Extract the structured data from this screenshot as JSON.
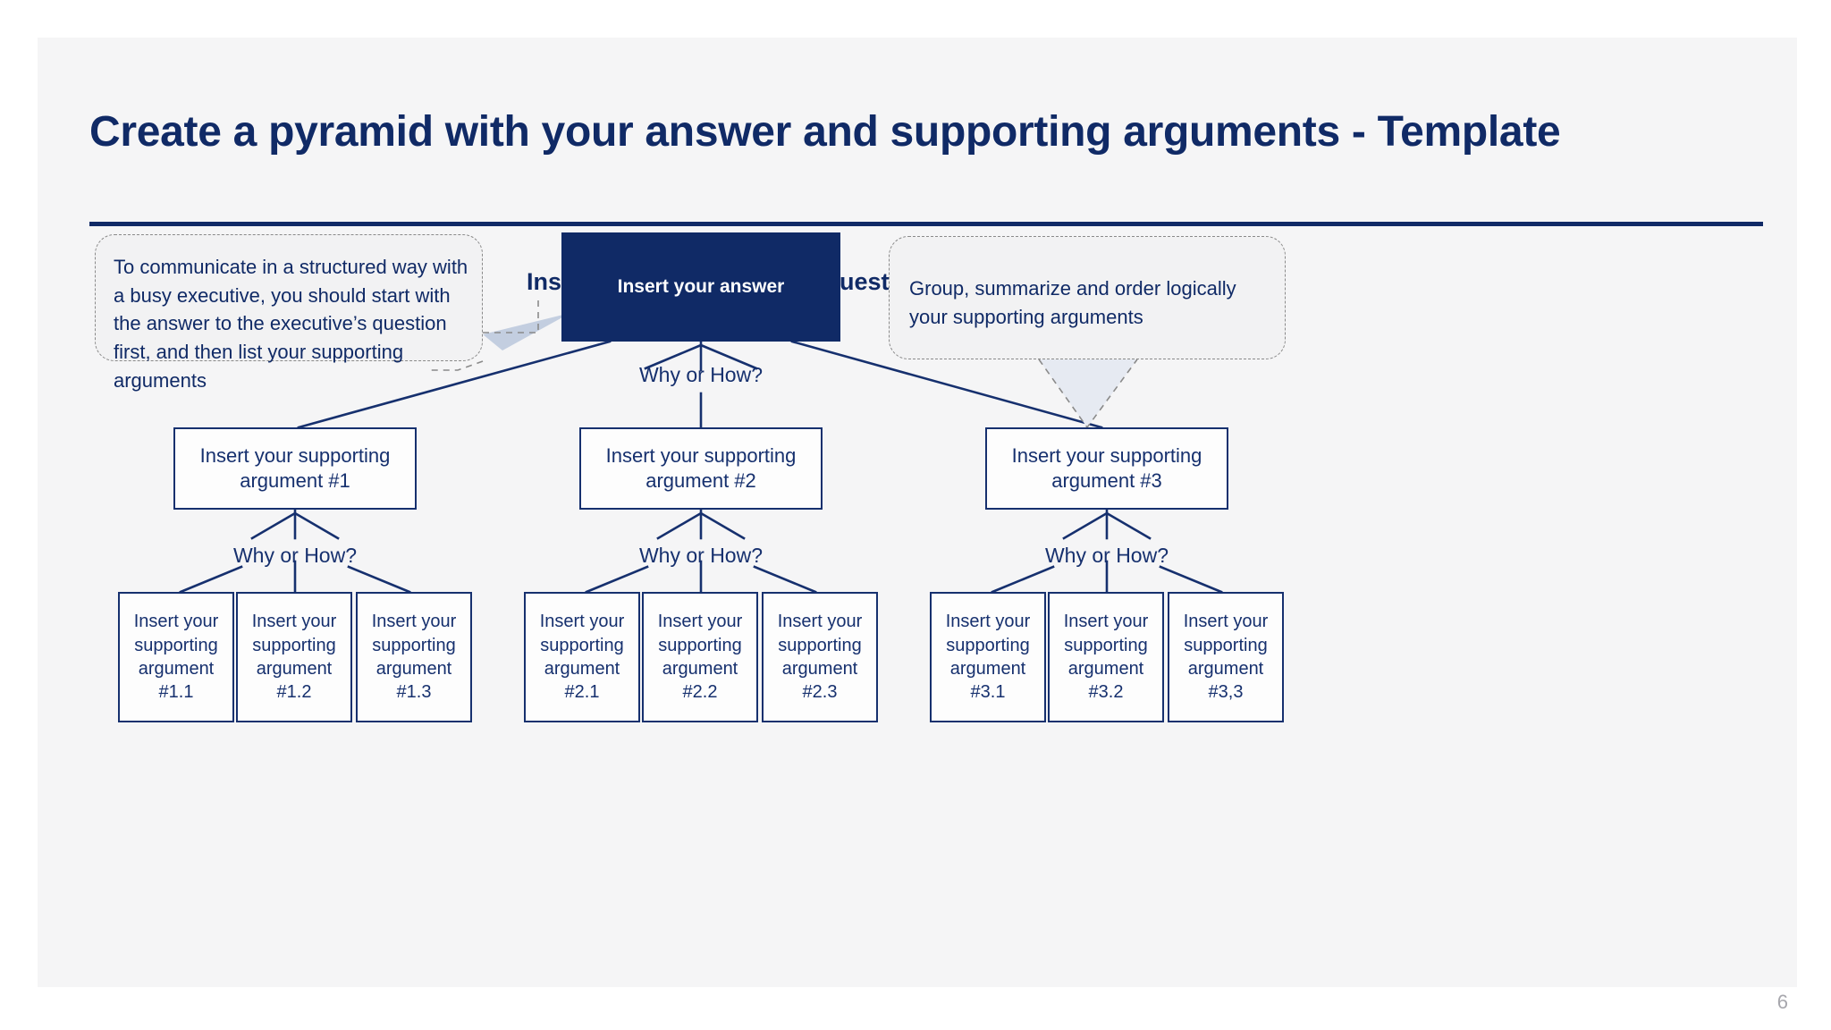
{
  "slide": {
    "title": "Create a pyramid with your answer and supporting arguments - Template",
    "page_number": "6",
    "colors": {
      "brand_navy": "#102a66",
      "box_border": "#16306e",
      "slide_background": "#f5f5f6",
      "page_background": "#ffffff",
      "callout_border": "#8a8a8a",
      "callout_fill": "#f2f2f3",
      "page_number_gray": "#a7a7ad"
    }
  },
  "pyramid": {
    "intro_question": "Insert your introduction’s question",
    "answer": "Insert your answer",
    "why_or_how_top": "Why or How?",
    "level2": [
      {
        "label": "Insert your supporting argument #1",
        "why_or_how": "Why or How?"
      },
      {
        "label": "Insert your supporting argument #2",
        "why_or_how": "Why or How?"
      },
      {
        "label": "Insert your supporting argument #3",
        "why_or_how": "Why or How?"
      }
    ],
    "level3": [
      {
        "label": "Insert your supporting argument #1.1"
      },
      {
        "label": "Insert your supporting argument #1.2"
      },
      {
        "label": "Insert your supporting argument #1.3"
      },
      {
        "label": "Insert your supporting argument #2.1"
      },
      {
        "label": "Insert your supporting argument #2.2"
      },
      {
        "label": "Insert your supporting argument #2.3"
      },
      {
        "label": "Insert your supporting argument #3.1"
      },
      {
        "label": "Insert your supporting argument #3.2"
      },
      {
        "label": "Insert your supporting argument #3,3"
      }
    ]
  },
  "callouts": {
    "left": "To communicate in a structured way with a busy executive, you should start with the answer to the executive’s question first, and then list your supporting arguments",
    "right": "Group, summarize and order logically your supporting arguments"
  }
}
